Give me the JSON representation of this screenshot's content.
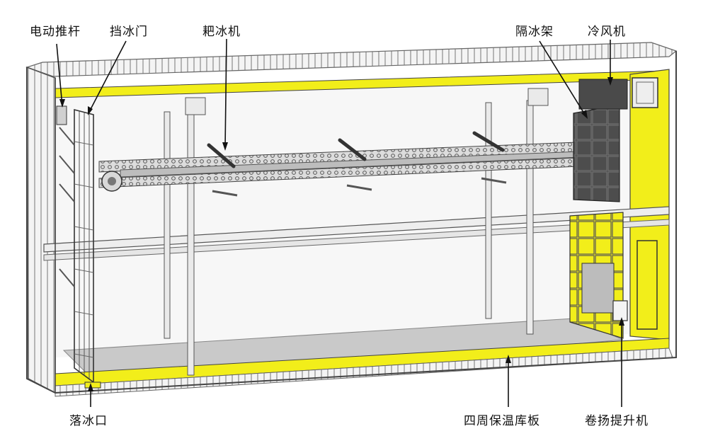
{
  "labels": {
    "pusher": "电动推杆",
    "ice_door": "挡冰门",
    "rake": "耙冰机",
    "partition": "隔冰架",
    "cooler": "冷风机",
    "drop_port": "落冰口",
    "panels": "四周保温库板",
    "hoist": "卷扬提升机"
  },
  "colors": {
    "insulation": "#f2ee1a",
    "frame": "#8c8c8c",
    "floor": "#c9c9c9",
    "panel_dark": "#4a4a4a",
    "outline": "#333333"
  }
}
